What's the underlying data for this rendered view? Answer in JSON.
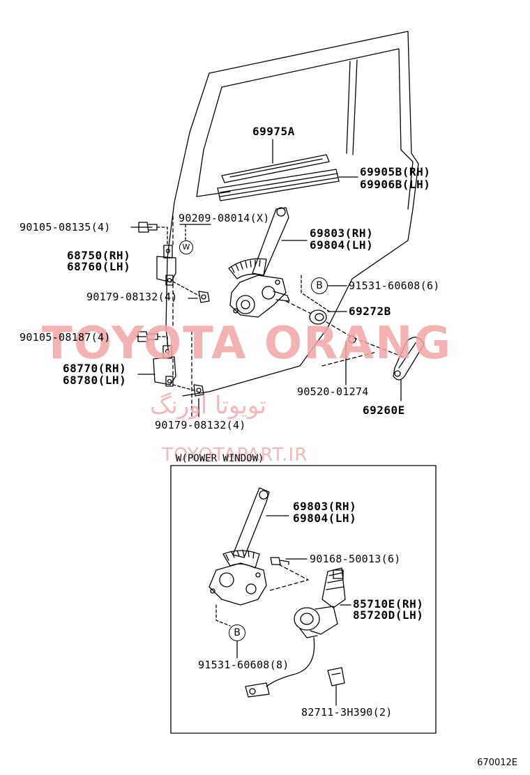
{
  "watermark": {
    "brand": "TOYOTA ORANG",
    "brand_fa": "تویوتا اورنگ",
    "url": "TOYOTAPART.IR"
  },
  "labels": {
    "glass_channel": "69975A",
    "run_rh": "69905B(RH)",
    "run_lh": "69906B(LH)",
    "clip": "90209-08014(X)",
    "bolt_upper": "90105-08135(4)",
    "hinge_up_rh": "68750(RH)",
    "hinge_up_lh": "68760(LH)",
    "nut_upper": "90179-08132(4)",
    "regulator_rh": "69803(RH)",
    "regulator_lh": "69804(LH)",
    "bolt_reg": "91531-60608(6)",
    "knob": "69272B",
    "bolt_lower": "90105-08187(4)",
    "hinge_lo_rh": "68770(RH)",
    "hinge_lo_lh": "68780(LH)",
    "nut_lower": "90179-08132(4)",
    "snap_ring": "90520-01274",
    "handle": "69260E",
    "marker_w": "W",
    "marker_b": "B"
  },
  "power_window": {
    "caption": "W(POWER WINDOW)",
    "regulator_rh": "69803(RH)",
    "regulator_lh": "69804(LH)",
    "screw": "90168-50013(6)",
    "motor_rh": "85710E(RH)",
    "motor_lh": "85720D(LH)",
    "bolt": "91531-60608(8)",
    "connector": "82711-3H390(2)",
    "marker_b": "B"
  },
  "diagram_code": "670012E"
}
